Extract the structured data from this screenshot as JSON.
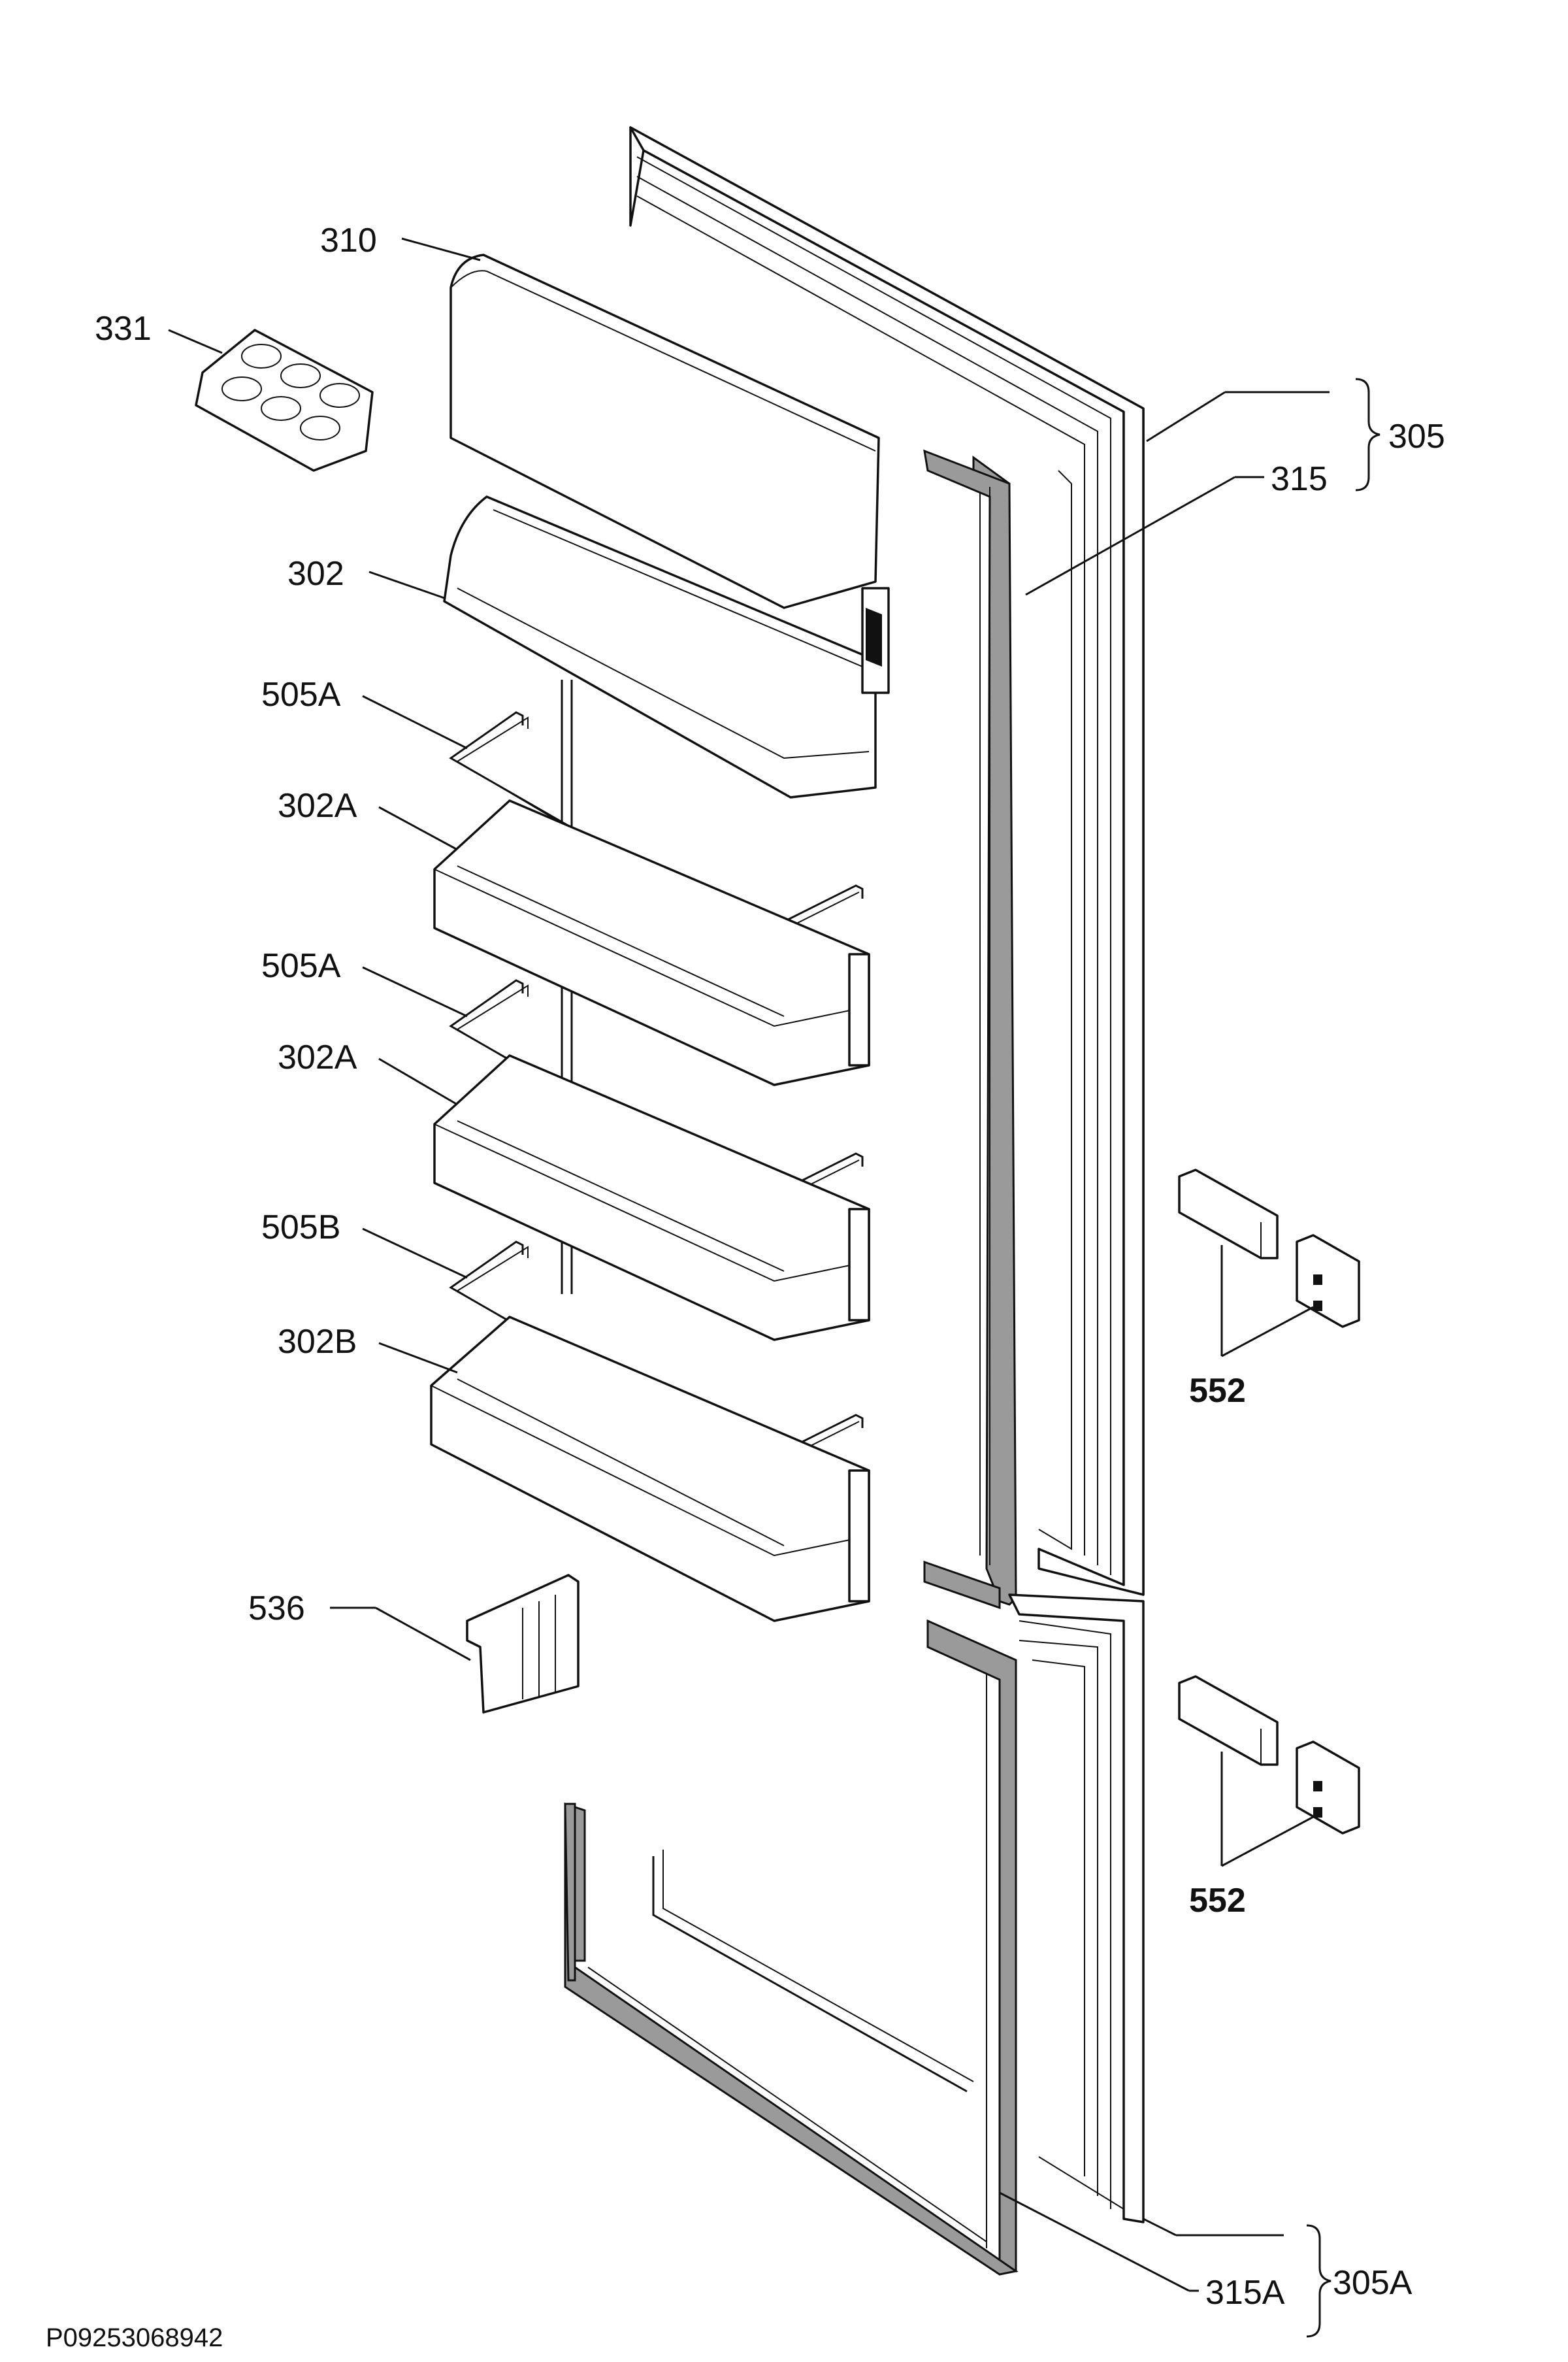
{
  "labels": {
    "l310": "310",
    "l331": "331",
    "l302": "302",
    "l505a_1": "505A",
    "l302a_1": "302A",
    "l505a_2": "505A",
    "l302a_2": "302A",
    "l505b": "505B",
    "l302b": "302B",
    "l536": "536",
    "l305": "305",
    "l315": "315",
    "l552_1": "552",
    "l552_2": "552",
    "l305a": "305A",
    "l315a": "315A"
  },
  "drawing_code": "P09253068942"
}
